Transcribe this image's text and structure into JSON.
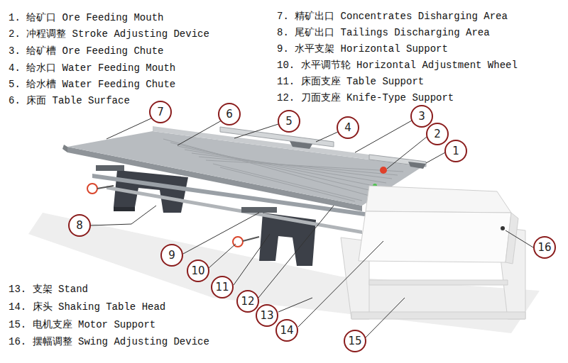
{
  "diagram": {
    "nodes": [
      {
        "text": [
          "1"
        ]
      },
      {
        "text": [
          "2"
        ]
      },
      {
        "text": [
          "3"
        ]
      },
      {
        "text": [
          "4"
        ]
      },
      {
        "text": [
          "5"
        ]
      },
      {
        "text": [
          "6"
        ]
      },
      {
        "text": [
          "7"
        ]
      },
      {
        "text": [
          "8"
        ]
      },
      {
        "text": [
          "9"
        ]
      },
      {
        "text": [
          "10"
        ]
      },
      {
        "text": [
          "11"
        ]
      },
      {
        "text": [
          "12"
        ]
      },
      {
        "text": [
          "13"
        ]
      },
      {
        "text": [
          "14"
        ]
      },
      {
        "text": [
          "15"
        ]
      },
      {
        "text": [
          "16"
        ]
      }
    ],
    "labels": [
      "1. 给矿口 Ore Feeding Mouth",
      "2. 冲程调整 Stroke Adjusting Device",
      "3. 给矿槽 Ore Feeding Chute",
      "4. 给水口 Water Feeding Mouth",
      "5. 给水槽 Water Feeding Chute",
      "6. 床面 Table Surface",
      "7. 精矿出口 Concentrates Disharging Area",
      "8. 尾矿出口 Tailings Discharging Area",
      "9. 水平支架 Horizontal Support",
      "10. 水平调节轮 Horizontal Adjustment Wheel",
      "11. 床面支座 Table Support",
      "12. 刀面支座 Knife-Type Support",
      "13. 支架 Stand",
      "14. 床头 Shaking Table Head",
      "15. 电机支座 Motor Support",
      "16. 摆幅调整 Swing Adjusting Device"
    ]
  }
}
